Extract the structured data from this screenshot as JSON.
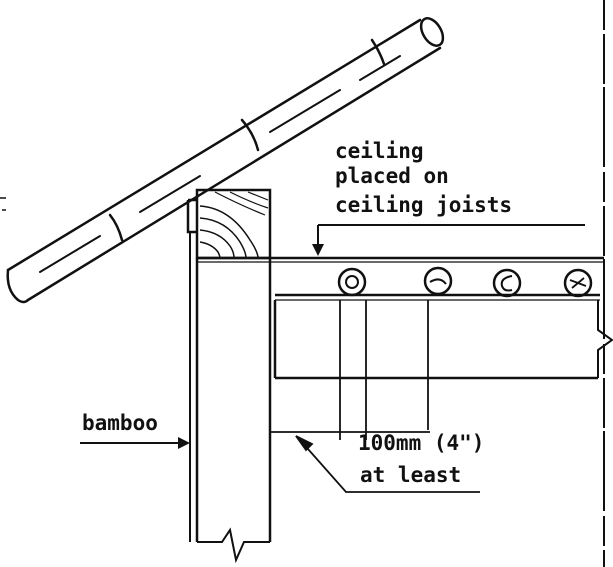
{
  "labels": {
    "ceiling_line1": "ceiling",
    "ceiling_line2": "placed on",
    "ceiling_line3": "ceiling joists",
    "bamboo": "bamboo",
    "dimension_line1": "100mm (4\")",
    "dimension_line2": "at least"
  },
  "colors": {
    "ink": "#111111",
    "paper": "#ffffff"
  }
}
